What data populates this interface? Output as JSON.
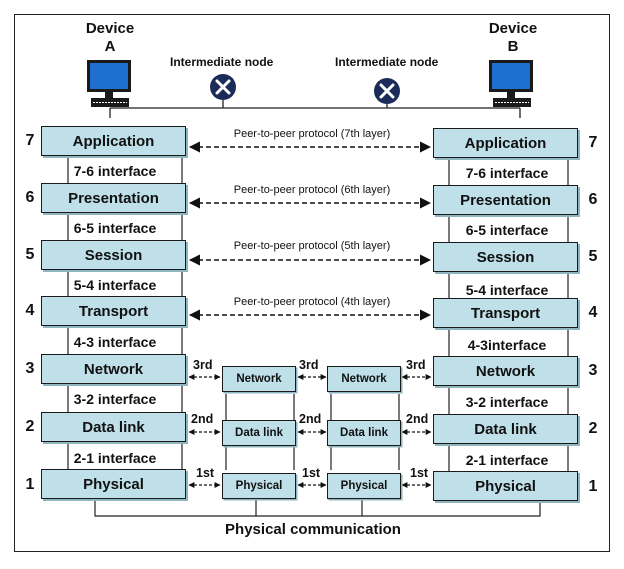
{
  "devices": {
    "a": {
      "label": "Device",
      "letter": "A"
    },
    "b": {
      "label": "Device",
      "letter": "B"
    }
  },
  "intermediate_nodes": [
    "Intermediate node",
    "Intermediate node"
  ],
  "layers": [
    {
      "num": "7",
      "name": "Application"
    },
    {
      "num": "6",
      "name": "Presentation"
    },
    {
      "num": "5",
      "name": "Session"
    },
    {
      "num": "4",
      "name": "Transport"
    },
    {
      "num": "3",
      "name": "Network"
    },
    {
      "num": "2",
      "name": "Data link"
    },
    {
      "num": "1",
      "name": "Physical"
    }
  ],
  "left_interfaces": [
    "7-6 interface",
    "6-5 interface",
    "5-4 interface",
    "4-3 interface",
    "3-2 interface",
    "2-1 interface"
  ],
  "right_interfaces": [
    "7-6 interface",
    "6-5 interface",
    "5-4 interface",
    "4-3interface",
    "3-2 interface",
    "2-1 interface"
  ],
  "protocols": [
    "Peer-to-peer protocol (7th layer)",
    "Peer-to-peer protocol (6th layer)",
    "Peer-to-peer protocol (5th layer)",
    "Peer-to-peer protocol (4th layer)"
  ],
  "node_layers": [
    "Network",
    "Data link",
    "Physical"
  ],
  "hop_labels": [
    "3rd",
    "2nd",
    "1st"
  ],
  "footer": "Physical communication",
  "colors": {
    "layer_fill": "#bfe0e8",
    "layer_shadow": "#8fb5bf",
    "node_icon": "#1c2c5a",
    "monitor": "#1f6fd0"
  }
}
